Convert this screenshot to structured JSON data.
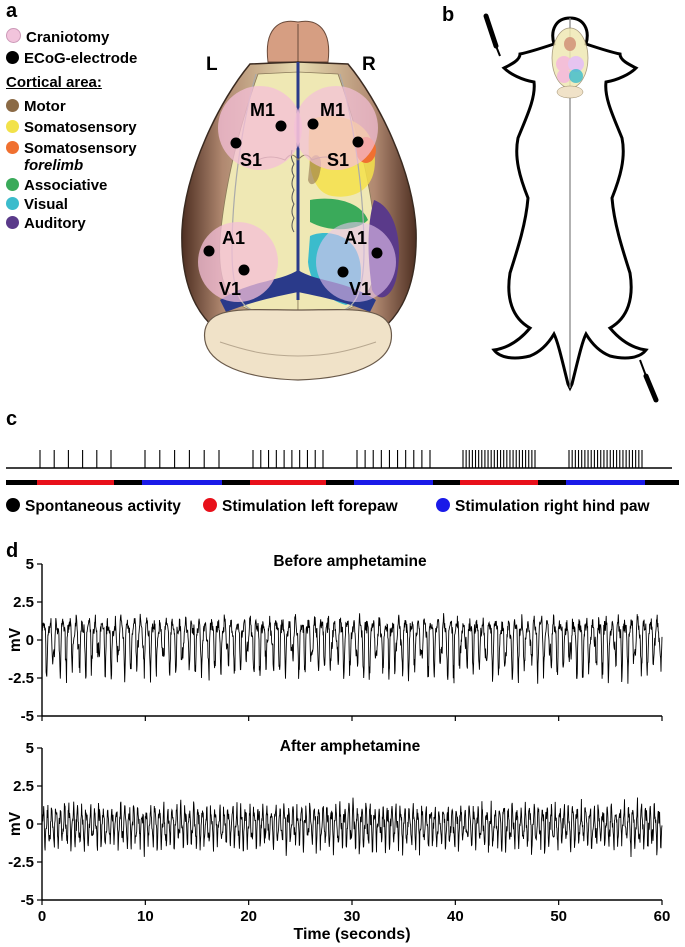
{
  "panels": {
    "a": "a",
    "b": "b",
    "c": "c",
    "d": "d"
  },
  "legend_a": {
    "craniotomy": "Craniotomy",
    "electrode": "ECoG-electrode",
    "heading": "Cortical area:",
    "areas": [
      {
        "label": "Motor",
        "color": "#8b6a45"
      },
      {
        "label": "Somatosensory",
        "color": "#f2e24a"
      },
      {
        "label": "Somatosensory",
        "sublabel": "forelimb",
        "color": "#f07030"
      },
      {
        "label": "Associative",
        "color": "#3aaa5a"
      },
      {
        "label": "Visual",
        "color": "#3bbccc"
      },
      {
        "label": "Auditory",
        "color": "#5a3a8a"
      }
    ],
    "craniotomy_color": "#f2c4dc",
    "electrode_color": "#000000"
  },
  "brain": {
    "left": "L",
    "right": "R",
    "regions": {
      "m1_left": "M1",
      "s1_left": "S1",
      "m1_right": "M1",
      "s1_right": "S1",
      "a1_left": "A1",
      "v1_left": "V1",
      "a1_right": "A1",
      "v1_right": "V1"
    }
  },
  "protocol_c": {
    "blocks": [
      "spontaneous",
      "left",
      "spontaneous",
      "right",
      "spontaneous",
      "left",
      "spontaneous",
      "right",
      "spontaneous",
      "left",
      "spontaneous",
      "right",
      "spontaneous"
    ],
    "legend": [
      {
        "label": "Spontaneous activity",
        "color": "#000000"
      },
      {
        "label": "Stimulation left forepaw",
        "color": "#e8101a"
      },
      {
        "label": "Stimulation right hind paw",
        "color": "#1a1ae8"
      }
    ]
  },
  "chart_data": [
    {
      "type": "line",
      "title": "Before amphetamine",
      "ylabel": "mV",
      "xlabel": "",
      "xlim": [
        0,
        60
      ],
      "ylim": [
        -5,
        5
      ],
      "yticks": [
        "5",
        "2.5",
        "0",
        "-2.5",
        "-5"
      ],
      "series": [
        {
          "values": {
            "baseline": 0.5,
            "oscillation_hz": 1.6,
            "trough": -2.3,
            "peak": 1.8
          }
        }
      ]
    },
    {
      "type": "line",
      "title": "After amphetamine",
      "ylabel": "mV",
      "xlabel": "Time (seconds)",
      "xlim": [
        0,
        60
      ],
      "ylim": [
        -5,
        5
      ],
      "yticks": [
        "5",
        "2.5",
        "0",
        "-2.5",
        "-5"
      ],
      "xticks": [
        "0",
        "10",
        "20",
        "30",
        "40",
        "50",
        "60"
      ],
      "series": [
        {
          "values": {
            "baseline": 0.0,
            "oscillation_hz": 2.4,
            "trough": -1.6,
            "peak": 1.9
          }
        }
      ]
    }
  ]
}
